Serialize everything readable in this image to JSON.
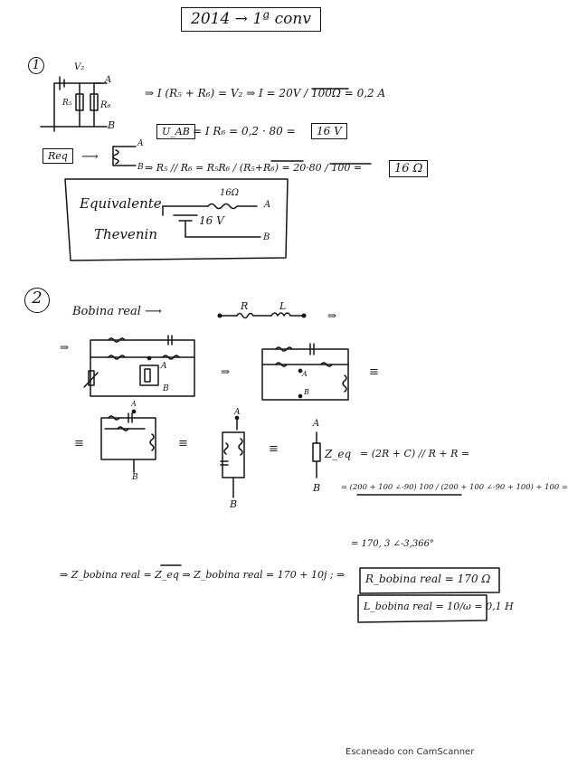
{
  "header": {
    "title": "2014 → 1ª conv"
  },
  "problem1": {
    "number": "1",
    "labels": {
      "v2": "V₂",
      "a": "A",
      "b": "B",
      "r5": "R₅",
      "r6": "R₆"
    },
    "eq_current": "⇒ I (R₅ + R₆) = V₂ ⇒ I = 20V / 100Ω = 0,2 A",
    "eq_vab_label": "U_AB",
    "eq_vab": "= I R₆ = 0,2 · 80 =",
    "eq_vab_result": "16 V",
    "req_label": "Req",
    "eq_req": "⇒ R₅ // R₆ = R₅R₆ / (R₅+R₆) = 20·80 / 100 =",
    "eq_req_result": "16 Ω",
    "box_title_1": "Equivalente",
    "box_title_2": "Thevenin",
    "box_r": "16Ω",
    "box_v": "16 V",
    "box_a": "A",
    "box_b": "B"
  },
  "problem2": {
    "number": "2",
    "bobina_label": "Bobina real ⟶",
    "r_label": "R",
    "l_label": "L",
    "implies": "⇒",
    "equiv": "≡",
    "zeq_label": "Z_eq",
    "eq1": "= (2R + C) // R + R =",
    "eq2": "= (200 + 100 ∠-90) 100 / (200 + 100 ∠-90 + 100) + 100 =",
    "eq3": "= 170, 3 ∠-3,366°",
    "final_line": "⇒ Z_bobina real = Z_eq ⇒ Z_bobina real = 170 + 10j ;  ⇒",
    "result_r": "R_bobina real = 170 Ω",
    "result_l": "L_bobina real = 10/ω = 0,1 H",
    "node_a": "A",
    "node_b": "B"
  },
  "footer": {
    "scanner": "Escaneado con CamScanner"
  }
}
